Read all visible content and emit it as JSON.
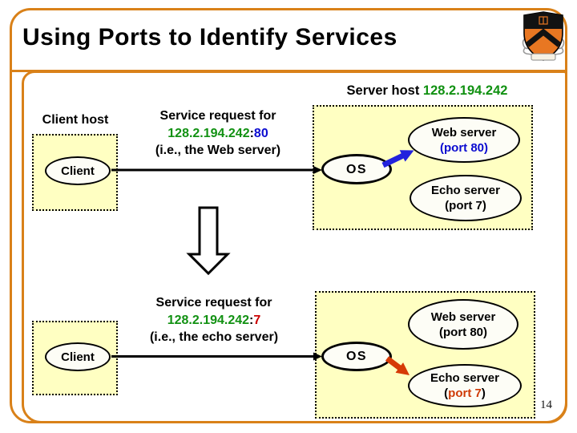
{
  "slide": {
    "title": "Using Ports to Identify Services",
    "page_number": "14"
  },
  "labels": {
    "server_host_prefix": "Server host ",
    "server_host_ip": "128.2.194.242",
    "client_host": "Client host"
  },
  "top_flow": {
    "client_label": "Client",
    "request_line1": "Service request for",
    "request_ip": "128.2.194.242",
    "request_colon": ":",
    "request_port": "80",
    "request_line3": "(i.e., the Web server)",
    "os_label": "OS",
    "web_server_line1": "Web server",
    "web_server_line2": "(port 80)",
    "echo_server_line1": "Echo server",
    "echo_server_line2": "(port 7)"
  },
  "bottom_flow": {
    "client_label": "Client",
    "request_line1": "Service request for",
    "request_ip": "128.2.194.242",
    "request_colon": ":",
    "request_port": "7",
    "request_line3": "(i.e., the echo server)",
    "os_label": "OS",
    "web_server_line1": "Web server",
    "web_server_line2": "(port 80)",
    "echo_server_line1": "Echo server",
    "echo_server_paren_open": "(",
    "echo_server_port": "port 7",
    "echo_server_paren_close": ")"
  },
  "colors": {
    "frame_orange": "#D98119",
    "box_yellow": "#FFFFC2",
    "ip_green": "#119112",
    "port80_blue": "#0B0BD0",
    "port7_red": "#CC0000",
    "arrow_blue": "#2222DD",
    "arrow_red": "#D63A06",
    "princeton_orange": "#E87722"
  }
}
